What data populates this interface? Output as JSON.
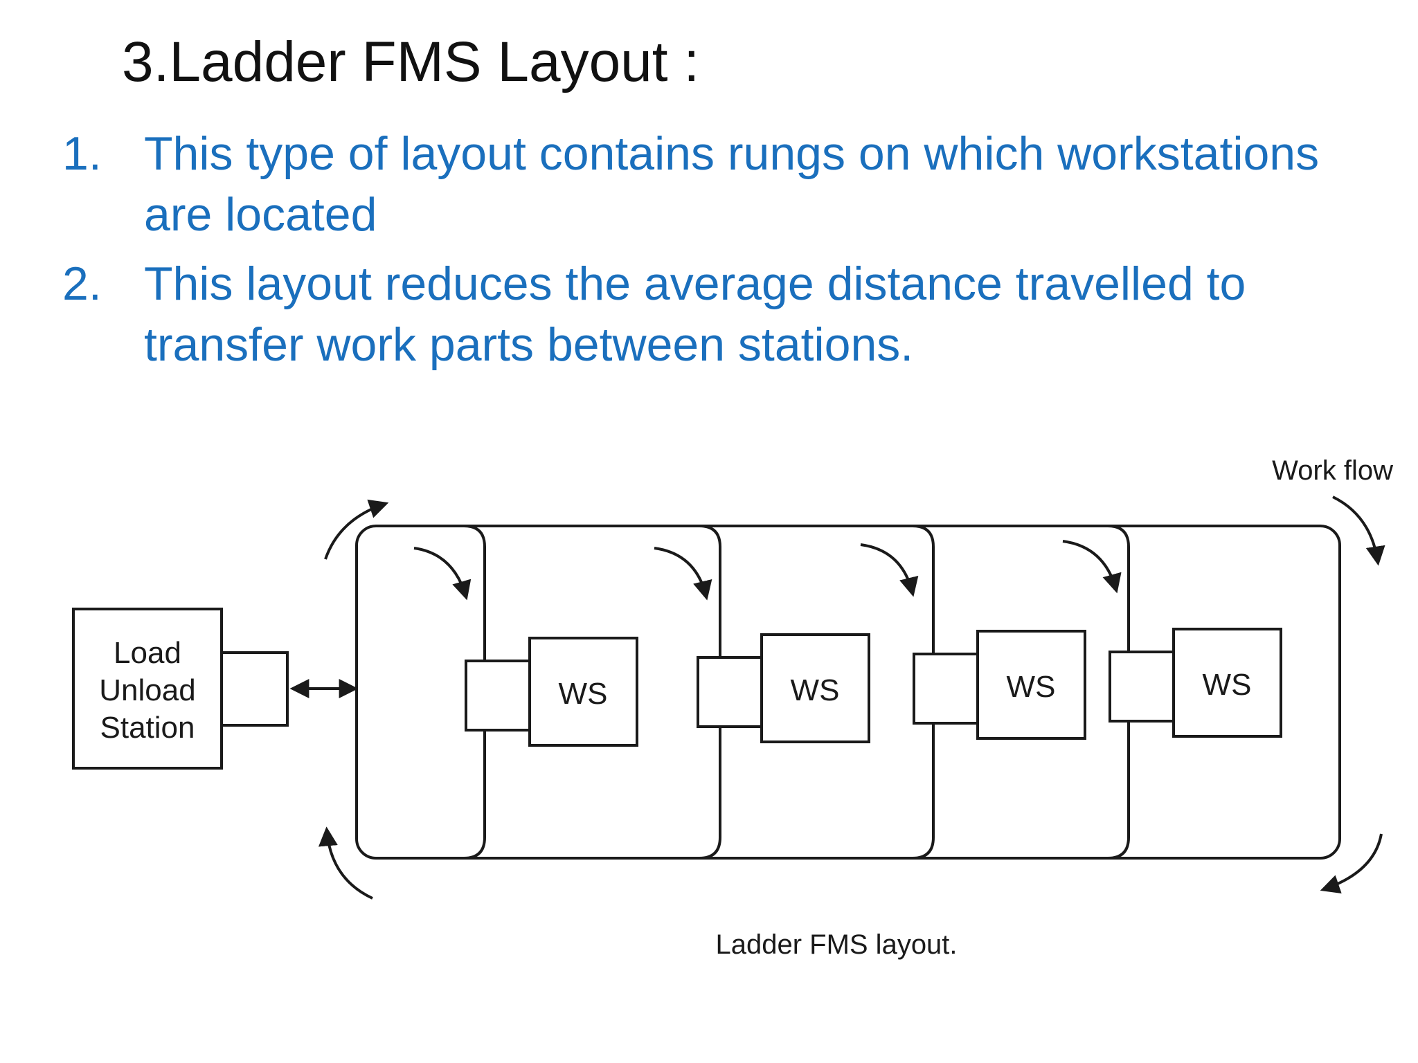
{
  "slide": {
    "title": "3.Ladder FMS Layout :",
    "bullets": [
      {
        "number": "1.",
        "text": "This type of layout contains rungs on which workstations are located"
      },
      {
        "number": "2.",
        "text": "This layout reduces the average distance travelled to transfer work parts between stations."
      }
    ]
  },
  "diagram": {
    "load_station_lines": [
      "Load",
      "Unload",
      "Station"
    ],
    "workstation_label": "WS",
    "workstation_count": 4,
    "work_flow_label": "Work flow",
    "caption": "Ladder FMS layout."
  }
}
